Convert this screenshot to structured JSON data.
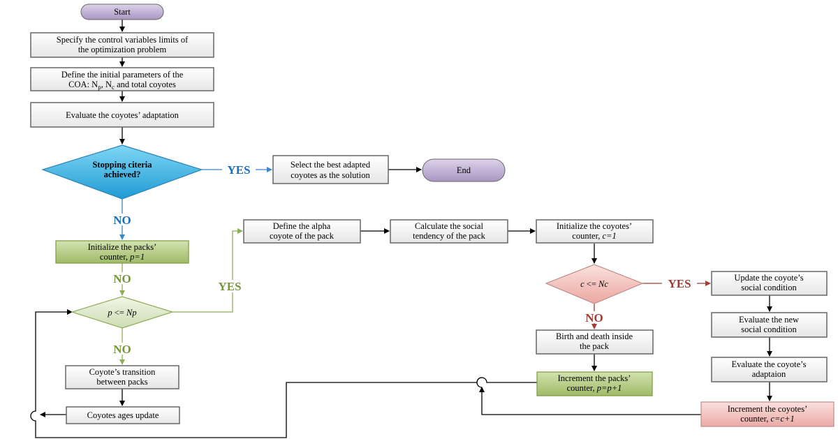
{
  "colors": {
    "terminal": "#c2b2d4",
    "process_gray": "#ededed",
    "process_green": "#b6cc86",
    "process_pink": "#f5c9c6",
    "decision_blue": "#3ab3e4",
    "decision_green": "#e4edd3",
    "decision_pink": "#f5c7c3",
    "label_blue": "#1a6fba",
    "label_green": "#76953c",
    "label_red": "#a33c35",
    "arrow_blue": "#3a87c9",
    "arrow_green": "#8fad5a",
    "arrow_red": "#a33c35",
    "arrow_black": "#000000"
  },
  "nodes": {
    "start": {
      "text": "Start"
    },
    "specify": {
      "lines": [
        "Specify the control variables limits of",
        "the optimization problem"
      ]
    },
    "define_init": {
      "line1": "Define the initial parameters of the",
      "line2": {
        "a": "COA: N",
        "sub1": "p",
        "b": ", N",
        "sub2": "c",
        "c": " and total coyotes"
      }
    },
    "evaluate": {
      "lines": [
        "Evaluate the coyotes’ adaptation"
      ]
    },
    "stopping": {
      "lines": [
        "Stopping citeria",
        "achieved?"
      ]
    },
    "select_best": {
      "lines": [
        "Select the best adapted",
        "coyotes as the solution"
      ]
    },
    "end": {
      "text": "End"
    },
    "init_packs": {
      "line1": "Initialize the packs’",
      "line2": {
        "a": "counter, ",
        "i": "p=1"
      }
    },
    "p_decision": {
      "a": "p",
      "b": " <= ",
      "c": "Np"
    },
    "transition": {
      "lines": [
        "Coyote’s transition",
        "between packs"
      ]
    },
    "ages": {
      "lines": [
        "Coyotes ages update"
      ]
    },
    "alpha": {
      "lines": [
        "Define the alpha",
        "coyote of the pack"
      ]
    },
    "social": {
      "lines": [
        "Calculate the social",
        "tendency of the pack"
      ]
    },
    "init_coyotes": {
      "line1": "Initialize the coyotes’",
      "line2": {
        "a": "counter, ",
        "i": "c=1"
      }
    },
    "c_decision": {
      "a": "c",
      "b": " <= ",
      "c": "Nc"
    },
    "birth": {
      "lines": [
        "Birth and death inside",
        "the pack"
      ]
    },
    "inc_packs": {
      "line1": "Increment the packs’",
      "line2": {
        "a": "counter, ",
        "i": "p=p+1"
      }
    },
    "update_social": {
      "lines": [
        "Update the coyote’s",
        "social condition"
      ]
    },
    "eval_new": {
      "lines": [
        "Evaluate the new",
        "social condition"
      ]
    },
    "eval_adapt": {
      "lines": [
        "Evaluate the coyote’s",
        "adaptaion"
      ]
    },
    "inc_coyotes": {
      "line1": "Increment the coyotes’",
      "line2": {
        "a": "counter, ",
        "i": "c=c+1"
      }
    }
  },
  "labels": {
    "yes_blue": "YES",
    "no_blue": "NO",
    "no_green_1": "NO",
    "yes_green": "YES",
    "no_green_2": "NO",
    "yes_red": "YES",
    "no_red": "NO"
  }
}
